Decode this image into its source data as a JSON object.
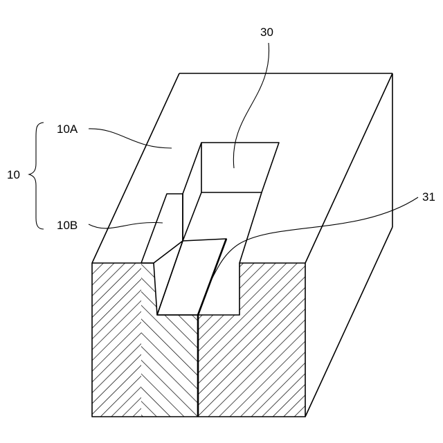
{
  "labels": {
    "part_10": "10",
    "part_10A": "10A",
    "part_10B": "10B",
    "part_30": "30",
    "part_31": "31"
  },
  "colors": {
    "line": "#000000",
    "background": "#ffffff"
  }
}
